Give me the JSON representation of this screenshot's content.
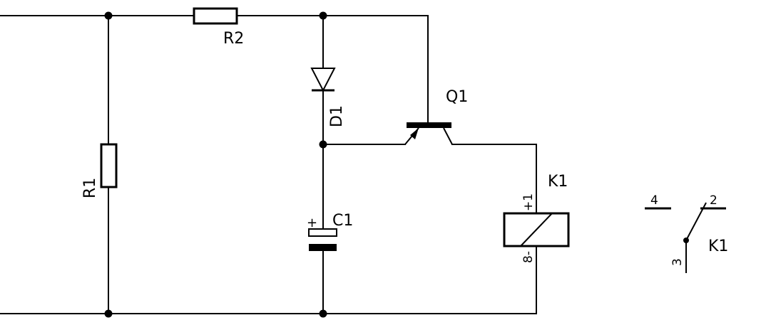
{
  "components": {
    "r1": {
      "label": "R1"
    },
    "r2": {
      "label": "R2"
    },
    "d1": {
      "label": "D1"
    },
    "c1": {
      "label": "C1",
      "polarity": "+"
    },
    "q1": {
      "label": "Q1"
    },
    "k1_coil": {
      "label": "K1",
      "pin_top": "+1",
      "pin_bottom": "8-"
    },
    "k1_switch": {
      "label": "K1",
      "pin_com": "3",
      "pin_nc": "4",
      "pin_no": "2"
    }
  }
}
